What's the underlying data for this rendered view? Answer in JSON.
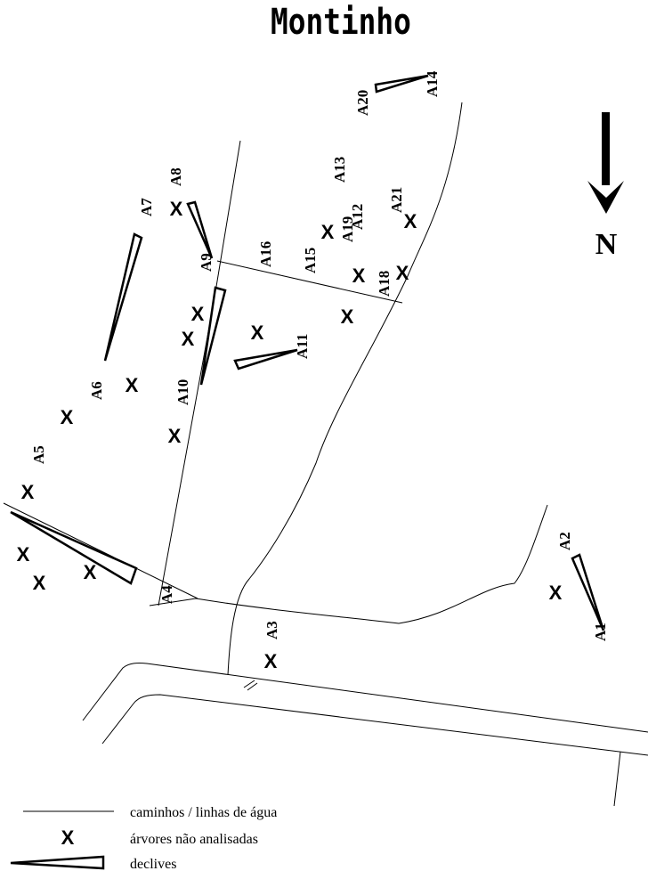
{
  "title": "Montinho",
  "north_label": "N",
  "legend": {
    "paths_label": "caminhos / linhas de água",
    "x_glyph": "X",
    "trees_label": "árvores não analisadas",
    "slopes_label": "declives"
  },
  "tree_labels": [
    "A1",
    "A2",
    "A3",
    "A4",
    "A5",
    "A6",
    "A7",
    "A8",
    "A9",
    "A10",
    "A11",
    "A12",
    "A13",
    "A14",
    "A15",
    "A16",
    "A18",
    "A19",
    "A20",
    "A21"
  ],
  "x_glyph": "X",
  "colors": {
    "ink": "#000000",
    "paper": "#ffffff"
  }
}
